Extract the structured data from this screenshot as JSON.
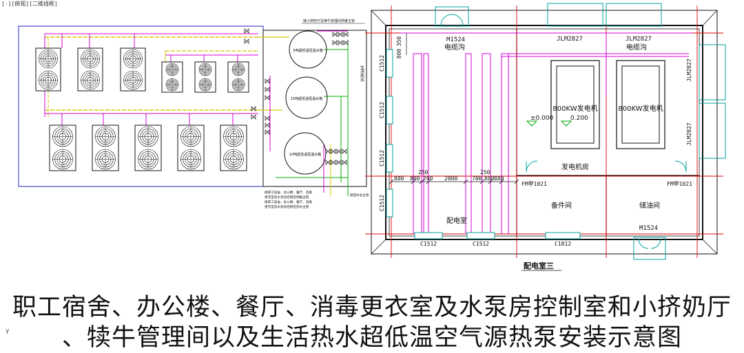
{
  "corner_label": "[-][俯视][二维线框]",
  "y_marker": "Y",
  "colors": {
    "wall": "#111111",
    "axis": "#e00000",
    "pipe": "#d400d4",
    "yellow": "#d8c800",
    "green": "#00b000",
    "blue": "#2020c0",
    "window": "#00a0a0"
  },
  "left_plan": {
    "top_note": "接小挤奶厅及犊牛管理间供暖主管",
    "tanks": [
      "5吨超低温恒温水箱",
      "15吨超低温恒温水箱",
      "10吨超低温恒温水箱"
    ],
    "side_label": "生活热水",
    "bottom_notes": [
      "接职工宿舍、办公楼、餐厅、消毒",
      "更衣室及水泵房控制室供暖主管",
      "接职工宿舍、办公楼、餐厅、消毒",
      "更衣室及水泵房控制室热水主管"
    ],
    "return_note": "接回水总主管"
  },
  "right_plan": {
    "title": "配电室三",
    "rooms": {
      "cable_trench_1": "电缆沟",
      "cable_trench_2": "电缆沟",
      "generator_room": "发电机房",
      "spare_parts": "备件间",
      "oil_storage": "储油间",
      "distribution": "配电室"
    },
    "generators": [
      "800KW发电机",
      "800KW发电机"
    ],
    "levels": [
      "±0.000",
      "0.200"
    ],
    "doors": [
      "M1524",
      "JLM2827",
      "JLM2827",
      "JLM2827",
      "JLM2827",
      "FM甲1021",
      "FM甲1021",
      "M1524"
    ],
    "windows": [
      "C1512",
      "C1512",
      "C1512",
      "C1512",
      "C1512",
      "C1512",
      "C1812"
    ],
    "dimensions": {
      "top": [
        "350",
        "800"
      ],
      "row": [
        "880",
        "800",
        "700",
        "2000",
        "700",
        "800",
        "880"
      ],
      "gaps": [
        "250",
        "250"
      ]
    }
  },
  "caption": {
    "line1": "职工宿舍、办公楼、餐厅、消毒更衣室及水泵房控制室和小挤奶厅",
    "line2": "、犊牛管理间以及生活热水超低温空气源热泵安装示意图"
  }
}
